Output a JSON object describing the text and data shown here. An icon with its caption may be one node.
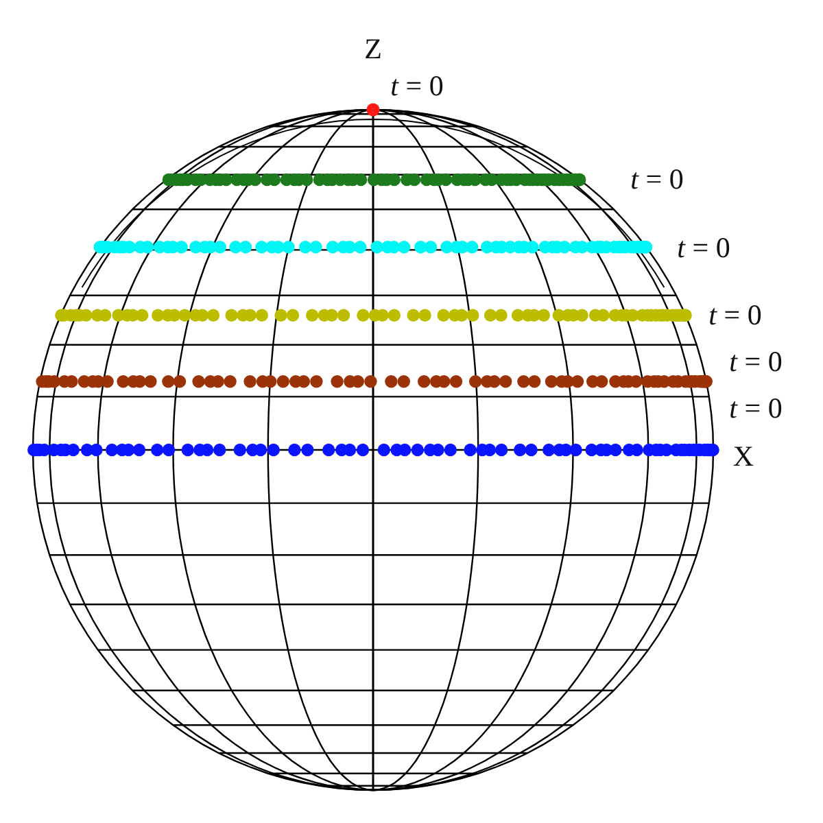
{
  "diagram": {
    "labels": [
      "Z",
      "*t* = 0",
      "*t* = 0",
      "*t* = 0",
      "*t* = 0",
      "*t* = 0",
      "*t* = 0",
      "X"
    ]
  }
}
